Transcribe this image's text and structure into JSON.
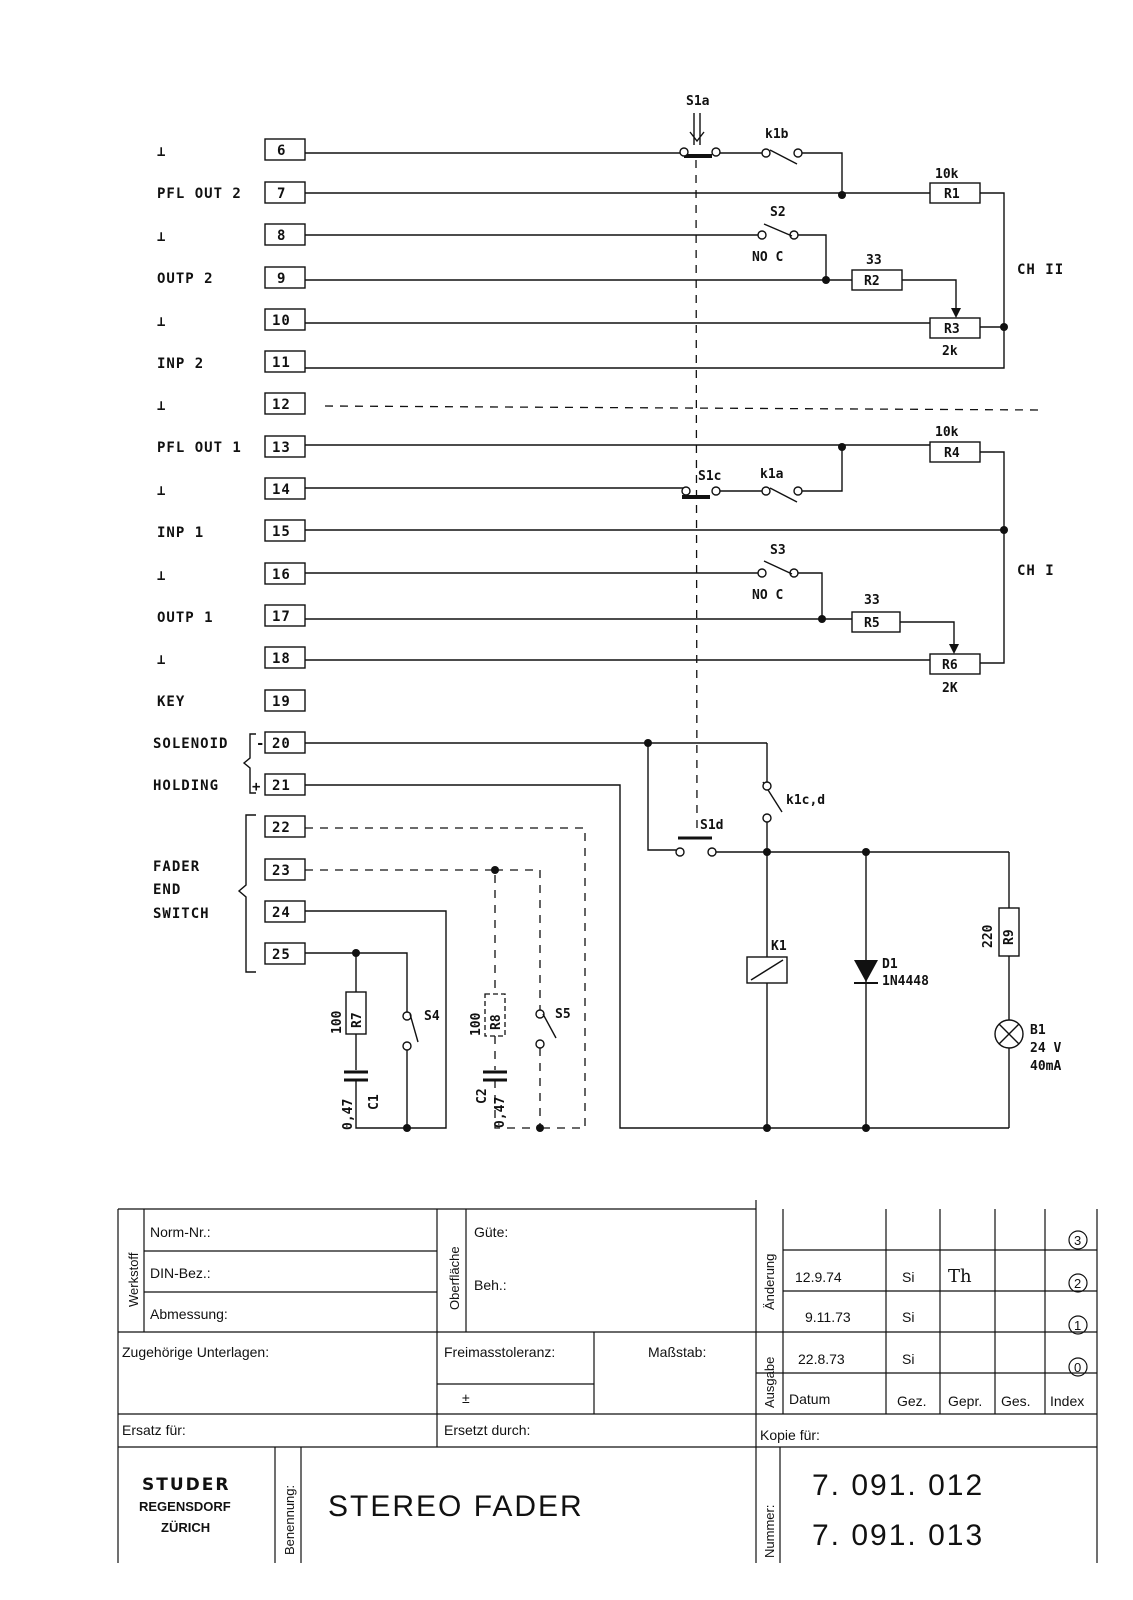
{
  "terminals": [
    {
      "num": "6",
      "label": "⊥"
    },
    {
      "num": "7",
      "label": "PFL OUT 2"
    },
    {
      "num": "8",
      "label": "⊥"
    },
    {
      "num": "9",
      "label": "OUTP 2"
    },
    {
      "num": "10",
      "label": "⊥"
    },
    {
      "num": "11",
      "label": "INP 2"
    },
    {
      "num": "12",
      "label": "⊥"
    },
    {
      "num": "13",
      "label": "PFL OUT 1"
    },
    {
      "num": "14",
      "label": "⊥"
    },
    {
      "num": "15",
      "label": "INP 1"
    },
    {
      "num": "16",
      "label": "⊥"
    },
    {
      "num": "17",
      "label": "OUTP 1"
    },
    {
      "num": "18",
      "label": "⊥"
    },
    {
      "num": "19",
      "label": "KEY"
    },
    {
      "num": "20",
      "label": "SOLENOID"
    },
    {
      "num": "21",
      "label": "HOLDING"
    },
    {
      "num": "22",
      "label": ""
    },
    {
      "num": "23",
      "label": ""
    },
    {
      "num": "24",
      "label": ""
    },
    {
      "num": "25",
      "label": ""
    }
  ],
  "labels": {
    "minus": "-",
    "plus": "+",
    "fader1": "FADER",
    "fader2": "END",
    "fader3": "SWITCH",
    "ch2": "CH II",
    "ch1": "CH I"
  },
  "components": {
    "s1a": "S1a",
    "k1b": "k1b",
    "s2": "S2",
    "nc": "NO  C",
    "s1c": "S1c",
    "k1a": "k1a",
    "s3": "S3",
    "s1d": "S1d",
    "k1cd": "k1c,d",
    "s4": "S4",
    "s5": "S5",
    "r1": "R1",
    "r1v": "10k",
    "r2": "R2",
    "r2v": "33",
    "r3": "R3",
    "r3v": "2k",
    "r4": "R4",
    "r4v": "10k",
    "r5": "R5",
    "r5v": "33",
    "r6": "R6",
    "r6v": "2K",
    "r7": "R7",
    "r7v": "100",
    "r8": "R8",
    "r8v": "100",
    "c1": "C1",
    "c1v": "0,47",
    "c2": "C2",
    "c2v": "0,47",
    "k1": "K1",
    "d1": "D1",
    "d1v": "1N4448",
    "r9": "R9",
    "r9v": "220",
    "b1": "B1",
    "b1v1": "24 V",
    "b1v2": "40mA"
  },
  "title_block": {
    "werkstoff": "Werkstoff",
    "norm": "Norm-Nr.:",
    "din": "DIN-Bez.:",
    "abmessung": "Abmessung:",
    "oberflaeche": "Oberfläche",
    "guete": "Güte:",
    "beh": "Beh.:",
    "aenderung": "Änderung",
    "ausgabe": "Ausgabe",
    "zugehoerige": "Zugehörige Unterlagen:",
    "freimass": "Freimasstoleranz:",
    "massstab": "Maßstab:",
    "plusminus": "±",
    "ersatz_fuer": "Ersatz für:",
    "ersetzt_durch": "Ersetzt durch:",
    "kopie_fuer": "Kopie für:",
    "datum": "Datum",
    "gez": "Gez.",
    "gepr": "Gepr.",
    "ges": "Ges.",
    "index": "Index",
    "revisions": [
      {
        "date": "",
        "gez": "",
        "gepr": "",
        "index": "3"
      },
      {
        "date": "12.9.74",
        "gez": "Si",
        "gepr": "Th",
        "index": "2"
      },
      {
        "date": "9.11.73",
        "gez": "Si",
        "gepr": "",
        "index": "1"
      },
      {
        "date": "22.8.73",
        "gez": "Si",
        "gepr": "",
        "index": "0"
      }
    ],
    "company": "STUDER",
    "city1": "REGENSDORF",
    "city2": "ZÜRICH",
    "benennung": "Benennung:",
    "title": "STEREO  FADER",
    "nummer": "Nummer:",
    "number1": "7. 091. 012",
    "number2": "7. 091. 013"
  }
}
